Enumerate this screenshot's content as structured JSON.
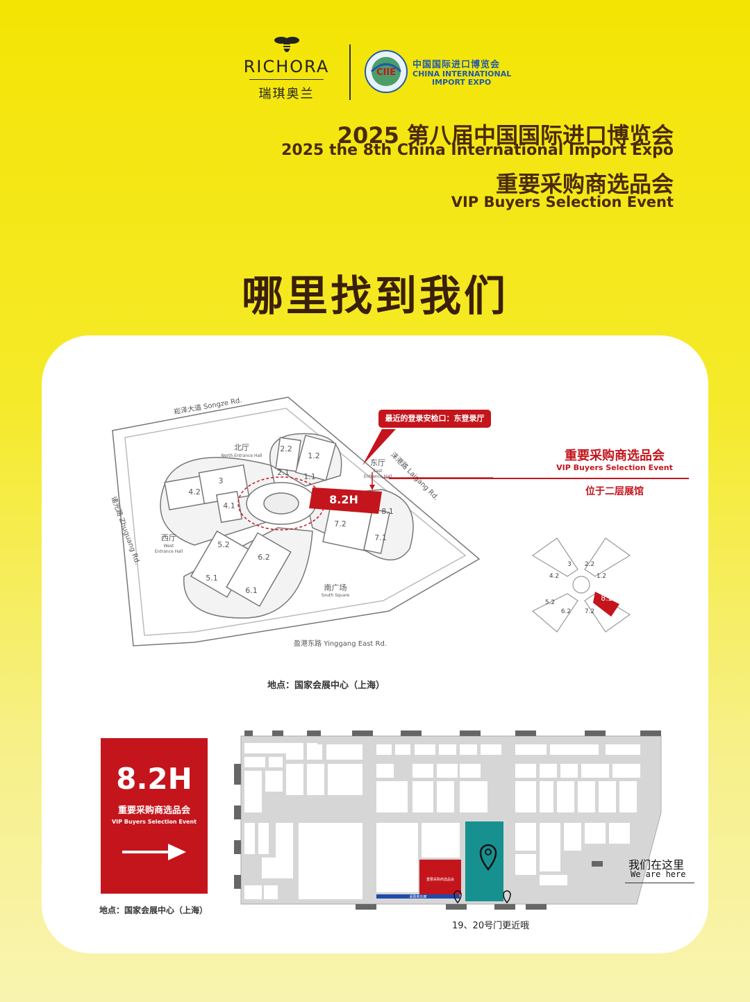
{
  "brand": {
    "name": "RICHORA",
    "name_cn": "瑞琪奥兰"
  },
  "ciie": {
    "logo_text": "CIIE",
    "cn": "中国国际进口博览会",
    "en1": "CHINA INTERNATIONAL",
    "en2": "IMPORT EXPO"
  },
  "header": {
    "title_cn": "2025 第八届中国国际进口博览会",
    "title_en": "2025 the 8th China International Import Expo",
    "subtitle_cn": "重要采购商选品会",
    "subtitle_en": "VIP Buyers Selection Event"
  },
  "page_title": "哪里找到我们",
  "map": {
    "road_north": "崧泽大道 Songze Rd.",
    "road_south": "盈港东路 Yinggang East Rd.",
    "road_west": "诸光路 Zhuguang Rd.",
    "road_east": "涞港路 Laigang Rd.",
    "north_hall_cn": "北厅",
    "north_hall_en": "North Entrance Hall",
    "east_hall_cn": "东厅",
    "east_hall_en1": "East",
    "east_hall_en2": "Entrance Hall",
    "west_hall_cn": "西厅",
    "west_hall_en1": "West",
    "west_hall_en2": "Entrance Hall",
    "south_square_cn": "南广场",
    "south_square_en": "South Square",
    "callout": "最近的登录安检口：东登录厅",
    "highlight_hall": "8.2H",
    "halls": [
      "2.2",
      "1.2",
      "2.1",
      "1.1",
      "3",
      "4.2",
      "4.1",
      "7.2",
      "8.1",
      "7.1",
      "5.2",
      "6.2",
      "5.1",
      "6.1"
    ],
    "location": "地点：国家会展中心（上海）"
  },
  "event_note": {
    "cn": "重要采购商选品会",
    "en": "VIP Buyers Selection Event",
    "floor": "位于二层展馆"
  },
  "mini_map": {
    "halls": [
      "3",
      "2.2",
      "4.2",
      "1.2",
      "5.2",
      "6.2",
      "7.2"
    ],
    "highlight": "8.2"
  },
  "hall_legend": {
    "hall": "8.2H",
    "cn": "重要采购商选品会",
    "en": "VIP Buyers Selection Event"
  },
  "hall_location": "地点：国家会展中心（上海）",
  "floor_plan": {
    "event_area": "重要采购商选品会",
    "corridor": "采购商长廊",
    "here_cn": "我们在这里",
    "here_en": "We are here",
    "gates_note": "19、20号门更近哦"
  },
  "colors": {
    "brand_red": "#c4151c",
    "teal": "#17918f",
    "title_brown": "#4a2a0c",
    "background": "#f4e404"
  }
}
